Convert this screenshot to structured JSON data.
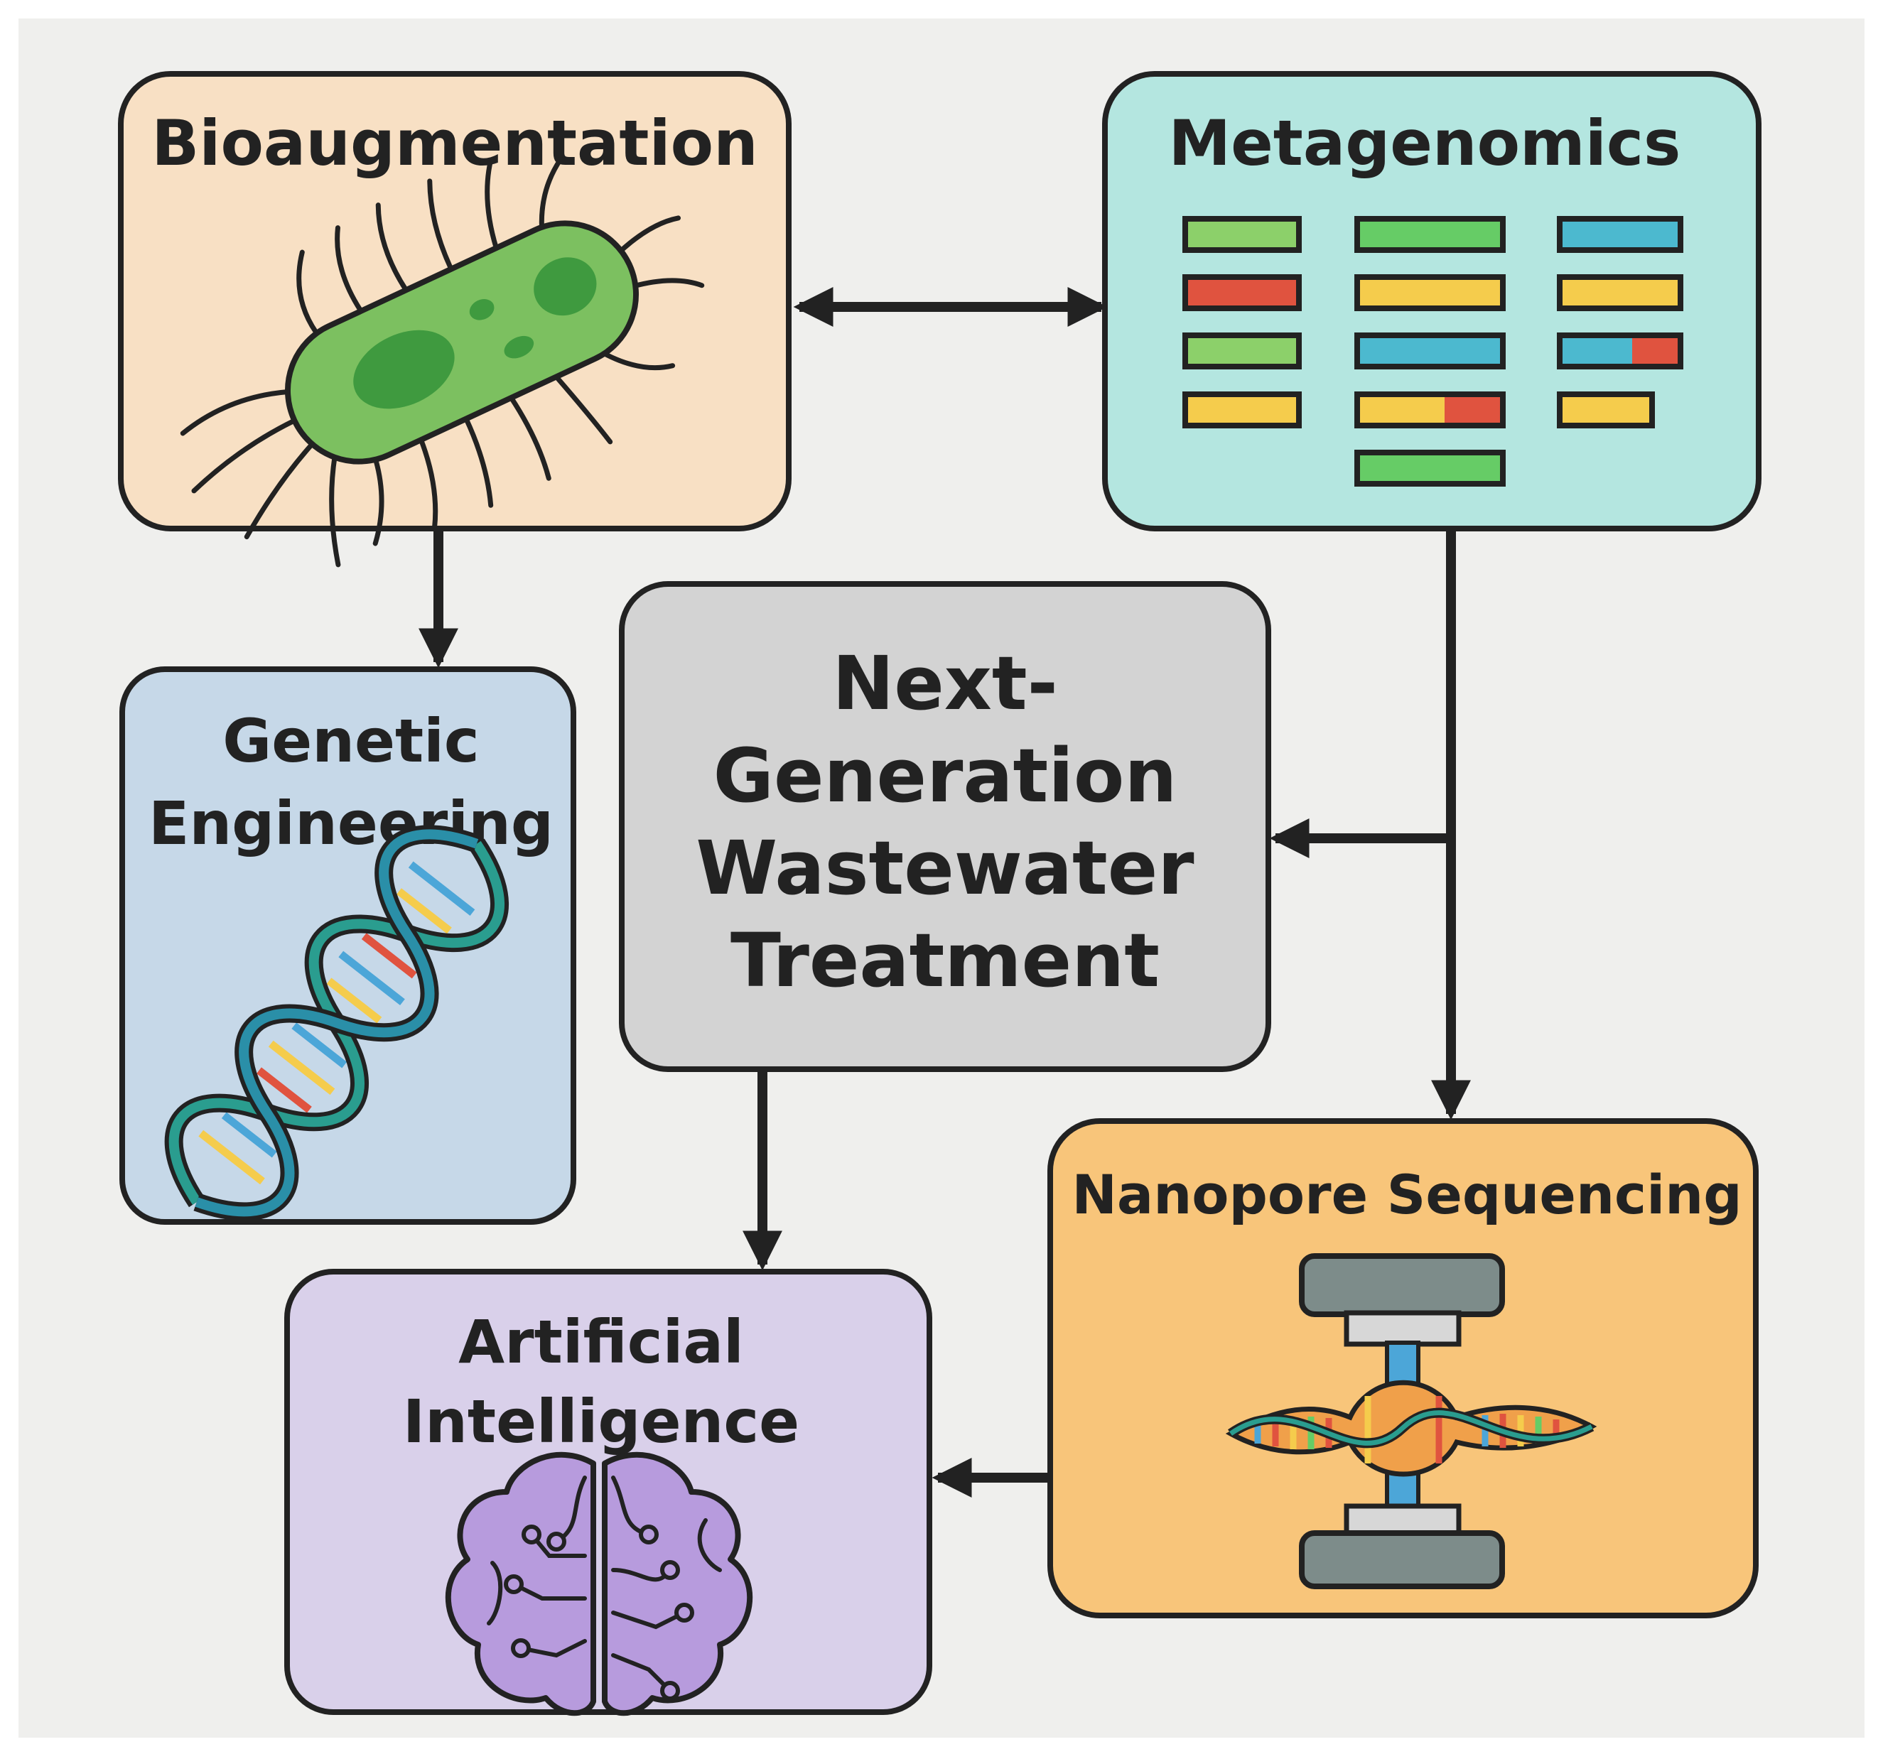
{
  "nodes": {
    "bioaugmentation": {
      "label": "Bioaugmentation",
      "fill": "#f8e0c4",
      "icon": "bacterium-icon"
    },
    "metagenomics": {
      "label": "Metagenomics",
      "fill": "#b4e6e0",
      "icon": "sequence-bars-icon"
    },
    "genetic_engineering": {
      "line1": "Genetic",
      "line2": "Engineering",
      "fill": "#c6d8e8",
      "icon": "dna-helix-icon"
    },
    "center": {
      "line1": "Next-",
      "line2": "Generation",
      "line3": "Wastewater",
      "line4": "Treatment",
      "fill": "#d3d3d3"
    },
    "artificial_intelligence": {
      "line1": "Artificial",
      "line2": "Intelligence",
      "fill": "#d9d0ea",
      "icon": "brain-circuit-icon"
    },
    "nanopore_sequencing": {
      "label": "Nanopore Sequencing",
      "fill": "#f8c57a",
      "icon": "nanopore-icon"
    }
  },
  "connections": [
    {
      "from": "Bioaugmentation",
      "to": "Metagenomics",
      "direction": "bidirectional"
    },
    {
      "from": "Bioaugmentation",
      "to": "Genetic Engineering",
      "direction": "forward"
    },
    {
      "from": "Metagenomics",
      "to": "Next-Generation Wastewater Treatment",
      "direction": "forward"
    },
    {
      "from": "Metagenomics",
      "to": "Nanopore Sequencing",
      "direction": "forward"
    },
    {
      "from": "Next-Generation Wastewater Treatment",
      "to": "Artificial Intelligence",
      "direction": "forward"
    },
    {
      "from": "Nanopore Sequencing",
      "to": "Artificial Intelligence",
      "direction": "forward"
    }
  ],
  "colors": {
    "background": "#efefed",
    "outline": "#222222",
    "green": "#8cd06a",
    "red": "#e0533f",
    "yellow": "#f5cc4c",
    "cyan": "#4cb9cf",
    "bright_green": "#66cc66"
  }
}
